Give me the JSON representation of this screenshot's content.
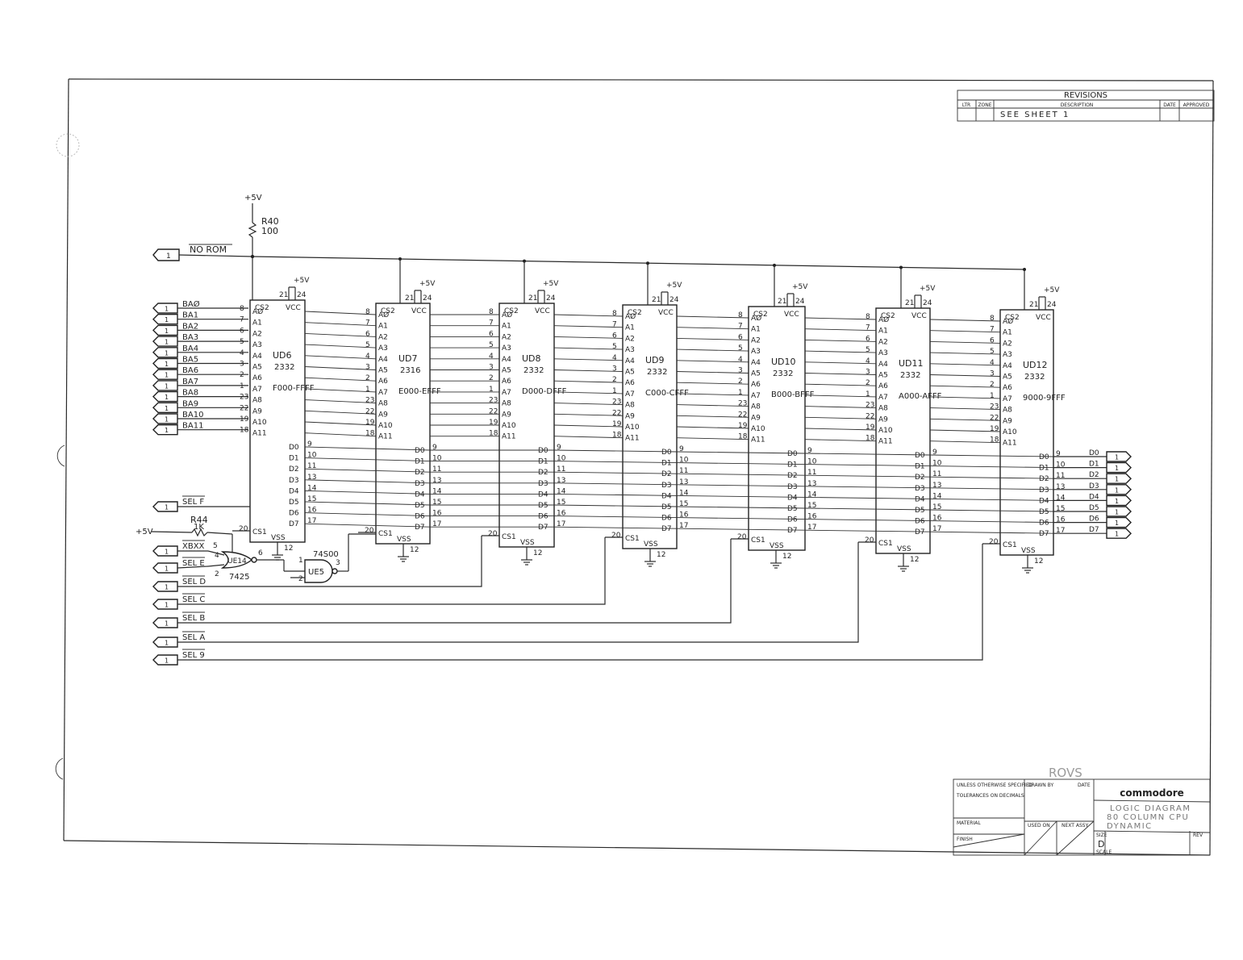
{
  "revisions": {
    "title": "REVISIONS",
    "col_ltr": "LTR",
    "col_zone": "ZONE",
    "col_description": "DESCRIPTION",
    "col_date": "DATE",
    "col_approved": "APPROVED",
    "entry": "SEE SHEET 1"
  },
  "power": {
    "vcc_label": "+5V",
    "r40_name": "R40",
    "r40_value": "100",
    "r44_name": "R44",
    "r44_value": "1K",
    "r44_supply": "+5V"
  },
  "nets": {
    "no_rom": "NO ROM",
    "address": [
      "BAØ",
      "BA1",
      "BA2",
      "BA3",
      "BA4",
      "BA5",
      "BA6",
      "BA7",
      "BA8",
      "BA9",
      "BA10",
      "BA11"
    ],
    "selects": [
      "SEL F",
      "XBXX",
      "SEL E",
      "SEL D",
      "SEL C",
      "SEL B",
      "SEL A",
      "SEL 9"
    ],
    "data_out": [
      "D0",
      "D1",
      "D2",
      "D3",
      "D4",
      "D5",
      "D6",
      "D7"
    ],
    "connector_pin": "1"
  },
  "logic": {
    "u_e14_name": "UE14",
    "u_e14_part": "7425",
    "u_e14_pins": [
      "5",
      "4",
      "2",
      "6"
    ],
    "u_e5_name": "UE5",
    "u_e5_part": "74S00",
    "u_e5_pins": [
      "1",
      "2",
      "3"
    ]
  },
  "chip_pins": {
    "addr_labels": [
      "AØ",
      "A1",
      "A2",
      "A3",
      "A4",
      "A5",
      "A6",
      "A7",
      "A8",
      "A9",
      "A10",
      "A11"
    ],
    "addr_numbers": [
      "8",
      "7",
      "6",
      "5",
      "4",
      "3",
      "2",
      "1",
      "23",
      "22",
      "19",
      "18"
    ],
    "data_labels": [
      "D0",
      "D1",
      "D2",
      "D3",
      "D4",
      "D5",
      "D6",
      "D7"
    ],
    "data_numbers": [
      "9",
      "10",
      "11",
      "13",
      "14",
      "15",
      "16",
      "17"
    ],
    "cs2": "CS2",
    "cs1": "CS1",
    "vcc": "VCC",
    "vss": "VSS",
    "pin21": "21",
    "pin24": "24",
    "pin20": "20",
    "pin12": "12"
  },
  "chips": [
    {
      "ref": "UD6",
      "part": "2332",
      "range": "F000-FFFF"
    },
    {
      "ref": "UD7",
      "part": "2316",
      "range": "E000-EFFF"
    },
    {
      "ref": "UD8",
      "part": "2332",
      "range": "D000-DFFF"
    },
    {
      "ref": "UD9",
      "part": "2332",
      "range": "C000-CFFF"
    },
    {
      "ref": "UD10",
      "part": "2332",
      "range": "B000-BFFF"
    },
    {
      "ref": "UD11",
      "part": "2332",
      "range": "A000-AFFF"
    },
    {
      "ref": "UD12",
      "part": "2332",
      "range": "9000-9FFF"
    }
  ],
  "title_block": {
    "stamp": "ROVS",
    "company": "commodore",
    "line1": "LOGIC DIAGRAM",
    "line2": "80 COLUMN CPU",
    "line3": "DYNAMIC",
    "tolerance_1": "UNLESS OTHERWISE SPECIFIED",
    "tolerance_2": "TOLERANCES ON DECIMALS",
    "material": "MATERIAL",
    "finish": "FINISH",
    "drawn_by": "DRAWN BY",
    "date": "DATE",
    "size_label": "SIZE",
    "size": "D",
    "used_on": "USED ON",
    "next_assy": "NEXT ASSY",
    "rev_label": "REV",
    "scale_label": "SCALE"
  }
}
